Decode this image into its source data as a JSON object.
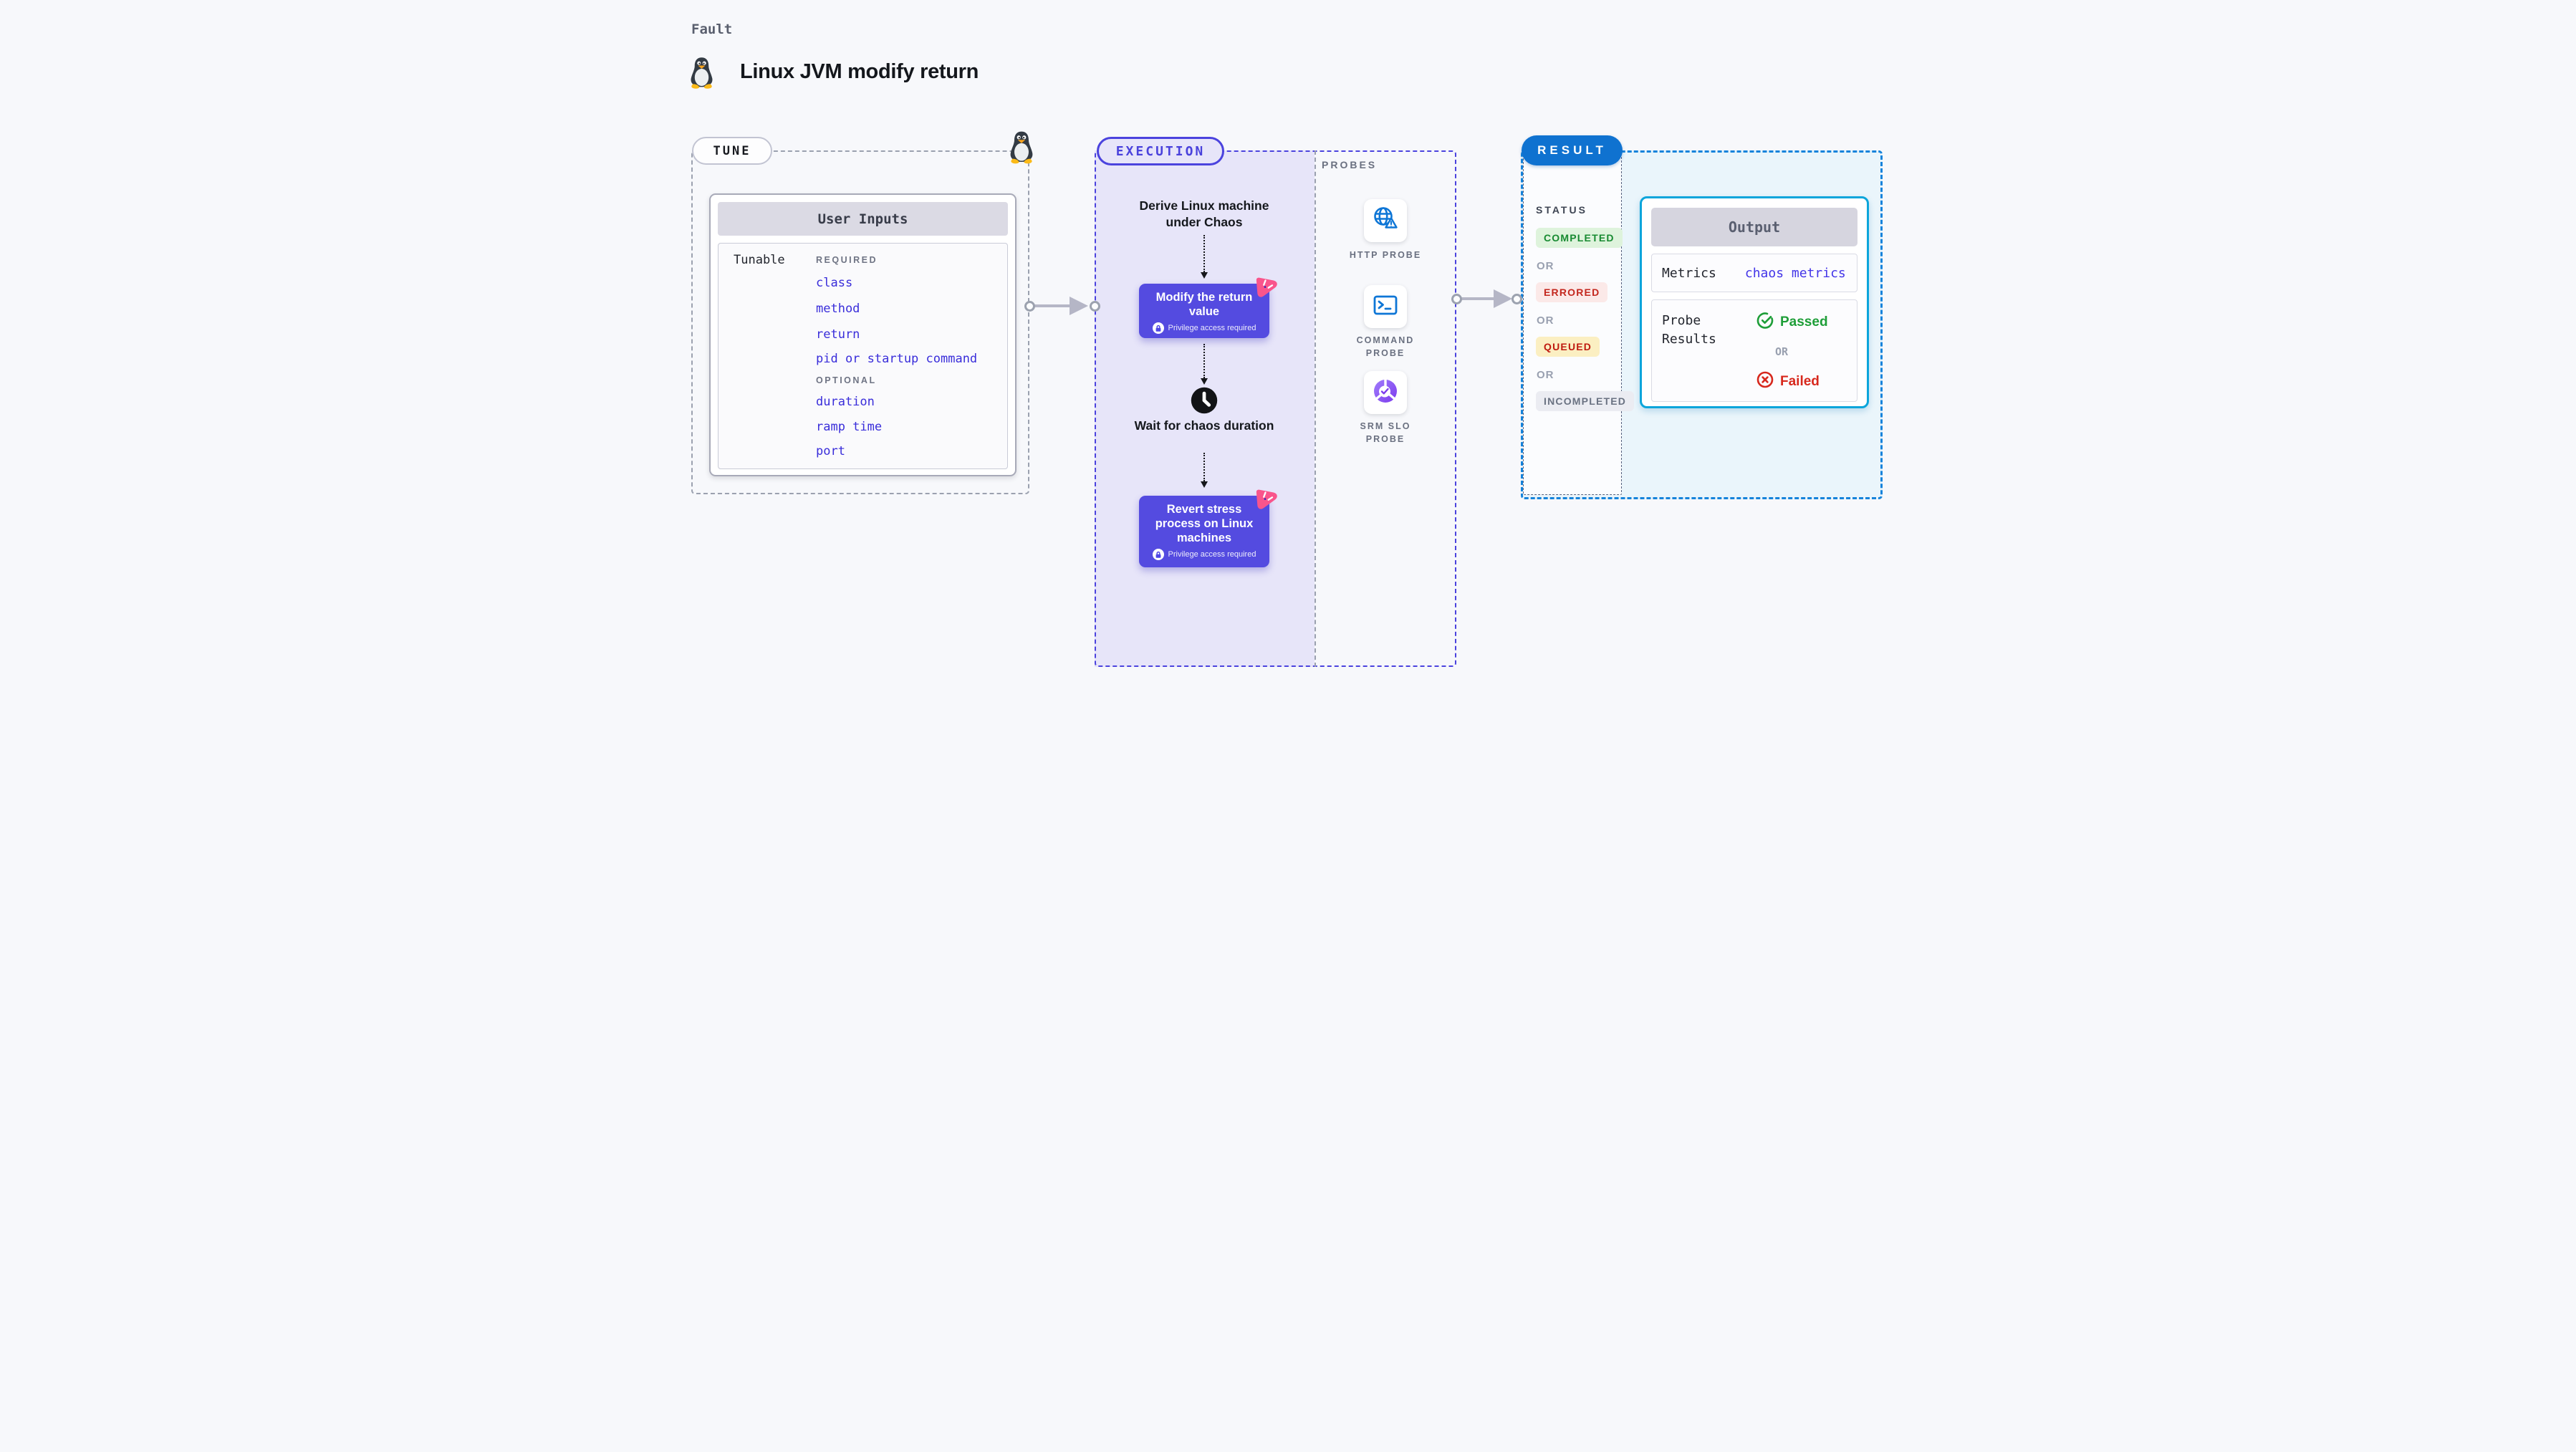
{
  "header": {
    "fault_label": "Fault",
    "title": "Linux JVM modify return"
  },
  "tune": {
    "pill_label": "TUNE",
    "table_title": "User Inputs",
    "row_label": "Tunable",
    "required_label": "REQUIRED",
    "optional_label": "OPTIONAL",
    "required_items": [
      "class",
      "method",
      "return",
      "pid or startup command"
    ],
    "optional_items": [
      "duration",
      "ramp time",
      "port"
    ]
  },
  "execution": {
    "pill_label": "EXECUTION",
    "derive_text": "Derive Linux machine under Chaos",
    "modify_title": "Modify the return value",
    "privilege_note": "Privilege access required",
    "wait_text": "Wait for chaos duration",
    "revert_title": "Revert stress process on Linux machines"
  },
  "probes": {
    "section_label": "PROBES",
    "items": [
      {
        "label": "HTTP PROBE",
        "icon": "globe-alert-icon"
      },
      {
        "label": "COMMAND PROBE",
        "icon": "terminal-icon"
      },
      {
        "label": "SRM SLO PROBE",
        "icon": "slo-donut-icon"
      }
    ]
  },
  "result": {
    "pill_label": "RESULT",
    "status_label": "STATUS",
    "or_label": "OR",
    "statuses": [
      {
        "label": "COMPLETED",
        "text_color": "#178A31",
        "bg_color": "#DEF3DC"
      },
      {
        "label": "ERRORED",
        "text_color": "#C3271E",
        "bg_color": "#FBE9E8"
      },
      {
        "label": "QUEUED",
        "text_color": "#BF1A10",
        "bg_color": "#FBEFC2"
      },
      {
        "label": "INCOMPLETED",
        "text_color": "#6A7282",
        "bg_color": "#EBECF2"
      }
    ],
    "output": {
      "title": "Output",
      "metrics_label": "Metrics",
      "metrics_value": "chaos metrics",
      "probe_results_label": "Probe Results",
      "passed_label": "Passed",
      "or_label": "OR",
      "failed_label": "Failed"
    }
  },
  "colors": {
    "accent_indigo": "#4B43DE",
    "node_purple": "#544BE0",
    "execution_bg": "#E7E5F9",
    "result_pill_blue": "#0F72D0",
    "result_border_blue": "#1583DB",
    "output_border_cyan": "#0BA5DB",
    "input_link_indigo": "#392DDA",
    "passed_green": "#1E9E38",
    "failed_red": "#D7281D",
    "chaos_logo_pink": "#F9558C"
  }
}
